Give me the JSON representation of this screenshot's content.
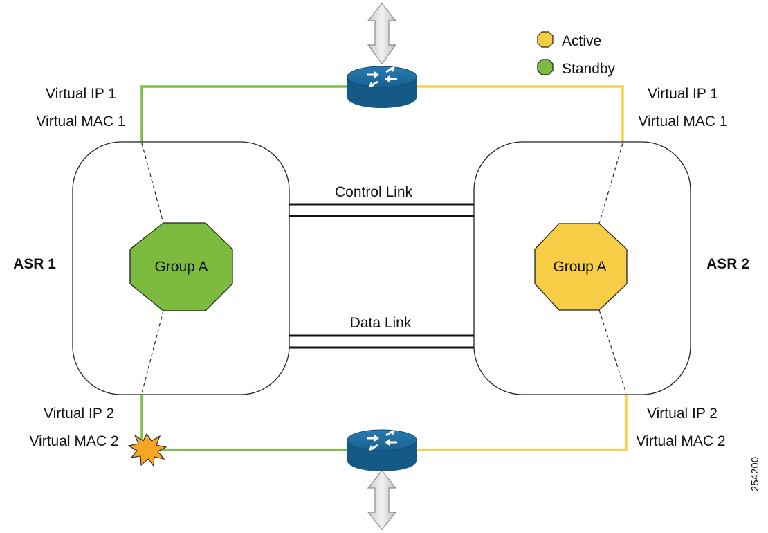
{
  "legend": {
    "active_label": "Active",
    "standby_label": "Standby"
  },
  "colors": {
    "active": "#f8cd46",
    "standby": "#7cbb3d",
    "router": "#1b6699",
    "line_green": "#7cc242",
    "line_yellow": "#f8d149",
    "burst": "#f5a623"
  },
  "asr1": {
    "name": "ASR 1",
    "group_label": "Group A",
    "virtual_ip_1": "Virtual IP 1",
    "virtual_mac_1": "Virtual MAC 1",
    "virtual_ip_2": "Virtual IP 2",
    "virtual_mac_2": "Virtual MAC 2",
    "state": "Standby"
  },
  "asr2": {
    "name": "ASR 2",
    "group_label": "Group A",
    "virtual_ip_1": "Virtual IP 1",
    "virtual_mac_1": "Virtual MAC 1",
    "virtual_ip_2": "Virtual IP 2",
    "virtual_mac_2": "Virtual MAC 2",
    "state": "Active"
  },
  "links": {
    "control": "Control Link",
    "data": "Data Link"
  },
  "figure_id": "254200"
}
